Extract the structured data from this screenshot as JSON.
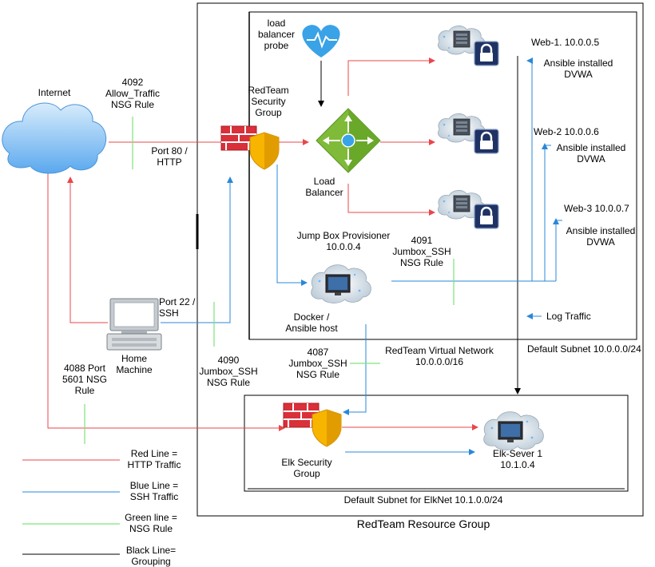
{
  "colors": {
    "http": "#e8474b",
    "ssh": "#2a88d8",
    "nsg": "#7ee37a",
    "group": "#000000",
    "cloud": "#5aa8ef",
    "firewall": "#d9303a",
    "shield": "#f7b500",
    "loadbalancer": "#7fbb38",
    "heart": "#3aa2e6"
  },
  "nodes": {
    "internet": "Internet",
    "nsg_4092": "4092\nAllow_Traffic\nNSG Rule",
    "port80": "Port 80 /\nHTTP",
    "redteam_sg": "RedTeam\nSecurity\nGroup",
    "lb_probe": "load\nbalancer\nprobe",
    "load_balancer": "Load\nBalancer",
    "web1": "Web-1. 10.0.0.5",
    "web1_sub": "Ansible installed\nDVWA",
    "web2": "Web-2 10.0.0.6",
    "web2_sub": "Ansible installed\nDVWA",
    "web3": "Web-3 10.0.0.7",
    "web3_sub": "Ansible installed\nDVWA",
    "jumpbox": "Jump Box Provisioner\n10.0.0.4",
    "nsg_4091": "4091\nJumbox_SSH\nNSG Rule",
    "docker": "Docker /\nAnsible host",
    "log_traffic": "Log Traffic",
    "port22": "Port 22 /\nSSH",
    "home_machine": "Home\nMachine",
    "default_subnet": "Default Subnet  10.0.0.0/24",
    "nsg_4090": "4090\nJumbox_SSH\nNSG Rule",
    "nsg_4087": "4087\nJumbox_SSH\nNSG Rule",
    "vnet": "RedTeam Virtual Network\n10.0.0.0/16",
    "nsg_4088": "4088 Port\n5601 NSG\nRule",
    "elk_sg": "Elk Security\nGroup",
    "elk_server": "Elk-Sever 1\n10.1.0.4",
    "elk_subnet": "Default Subnet for ElkNet 10.1.0.0/24",
    "resource_group": "RedTeam Resource Group"
  },
  "legend": {
    "red": "Red Line =\nHTTP Traffic",
    "blue": "Blue Line =\nSSH Traffic",
    "green": "Green line =\nNSG Rule",
    "black": "Black Line=\nGrouping"
  }
}
